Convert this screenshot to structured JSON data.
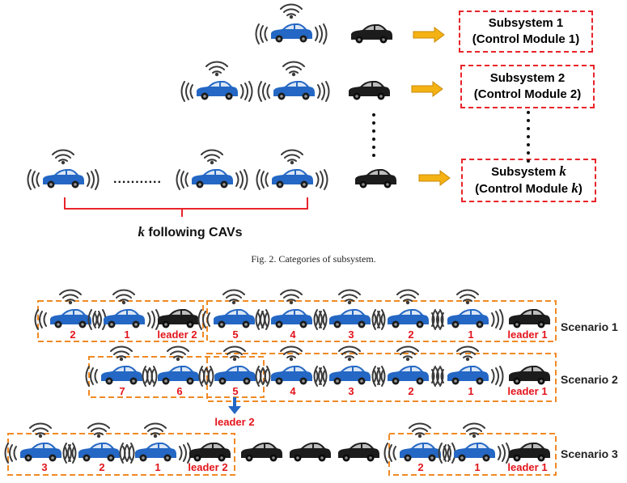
{
  "fig2": {
    "subsystem1_line1": "Subsystem 1",
    "subsystem1_line2": "(Control Module 1)",
    "subsystem2_line1": "Subsystem 2",
    "subsystem2_line2": "(Control Module 2)",
    "subsystemk_line1": "Subsystem ",
    "subsystemk_line2a": "(Control Module ",
    "subsystemk_line2b": ")",
    "k_symbol": "k",
    "following_label": " following CAVs",
    "dots_horizontal": "...........",
    "caption": "Fig. 2.  Categories of subsystem."
  },
  "fig3": {
    "scenario1": {
      "label": "Scenario 1",
      "group_left": [
        "2",
        "1",
        "leader 2"
      ],
      "group_right": [
        "5",
        "4",
        "3",
        "2",
        "1",
        "leader 1"
      ]
    },
    "scenario2": {
      "label": "Scenario 2",
      "numbers": [
        "7",
        "6",
        "5",
        "4",
        "3",
        "2",
        "1",
        "leader 1"
      ],
      "arrow_label": "leader 2"
    },
    "scenario3": {
      "label": "Scenario 3",
      "group_left": [
        "3",
        "2",
        "1",
        "leader 2"
      ],
      "group_right": [
        "2",
        "1",
        "leader 1"
      ]
    }
  },
  "colors": {
    "cav_blue": "#2467c4",
    "human_car": "#1c1c1c",
    "arrow_orange": "#f4b214",
    "red_dash": "#e8242a",
    "orange_dash": "#f08a24",
    "label_red": "#e3141b",
    "wifi": "#3a3a3a"
  },
  "icons": [
    "connected-car-icon",
    "human-driven-car-icon",
    "wifi-signal-icon",
    "right-arrow-icon",
    "down-arrow-icon"
  ]
}
